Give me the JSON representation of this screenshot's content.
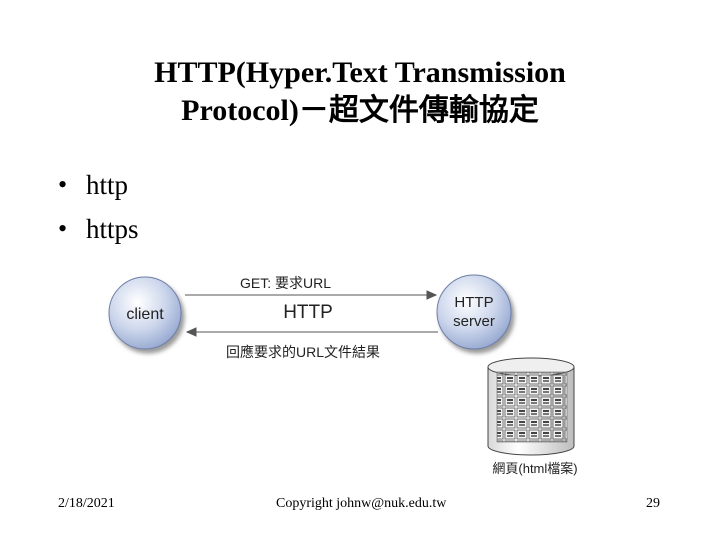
{
  "slide": {
    "title_line1": "HTTP(Hyper.Text Transmission",
    "title_line2": "Protocol)－超文件傳輸協定",
    "bullets": [
      "http",
      "https"
    ]
  },
  "diagram": {
    "client_label": "client",
    "server_label_line1": "HTTP",
    "server_label_line2": "server",
    "request_label": "GET: 要求URL",
    "protocol_label": "HTTP",
    "response_label": "回應要求的URL文件結果",
    "storage_label": "網頁(html檔案)"
  },
  "footer": {
    "date": "2/18/2021",
    "copyright": "Copyright johnw@nuk.edu.tw",
    "page_number": "29"
  }
}
